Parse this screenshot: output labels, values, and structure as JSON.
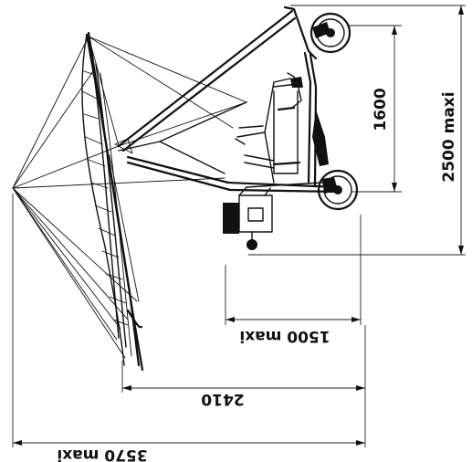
{
  "dimensions": {
    "height_frame": "1600",
    "height_total": "2500 maxi",
    "width_small": "1500 maxi",
    "width_mid": "2410",
    "width_total": "3570 maxi"
  },
  "colors": {
    "line": "#111111",
    "background": "#ffffff"
  }
}
